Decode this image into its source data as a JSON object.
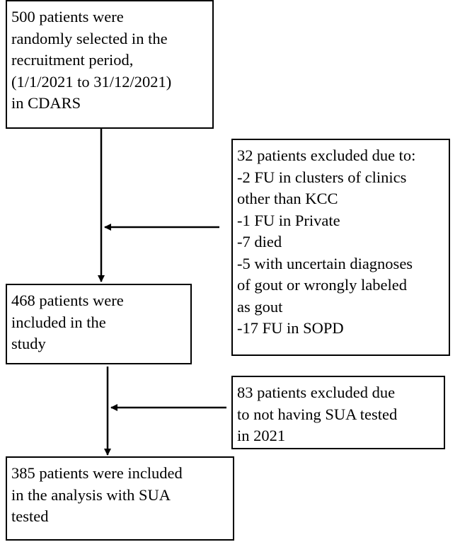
{
  "flowchart": {
    "start_box": {
      "lines": [
        "500 patients were",
        "randomly selected in the",
        "recruitment period,",
        "(1/1/2021 to 31/12/2021)",
        "in CDARS"
      ]
    },
    "exclusion_box_1": {
      "lines": [
        "32 patients excluded due to:",
        "-2 FU in clusters of clinics",
        "other than KCC",
        "-1 FU in Private",
        "-7 died",
        "-5 with uncertain diagnoses",
        "of gout or wrongly labeled",
        "as gout",
        "-17 FU in SOPD"
      ]
    },
    "included_box": {
      "lines": [
        "468 patients were",
        "included in the",
        "study"
      ]
    },
    "exclusion_box_2": {
      "lines": [
        "83 patients excluded due",
        "to not having SUA tested",
        "in 2021"
      ]
    },
    "final_box": {
      "lines": [
        "385 patients were included",
        "in the analysis with SUA",
        "tested"
      ]
    }
  }
}
